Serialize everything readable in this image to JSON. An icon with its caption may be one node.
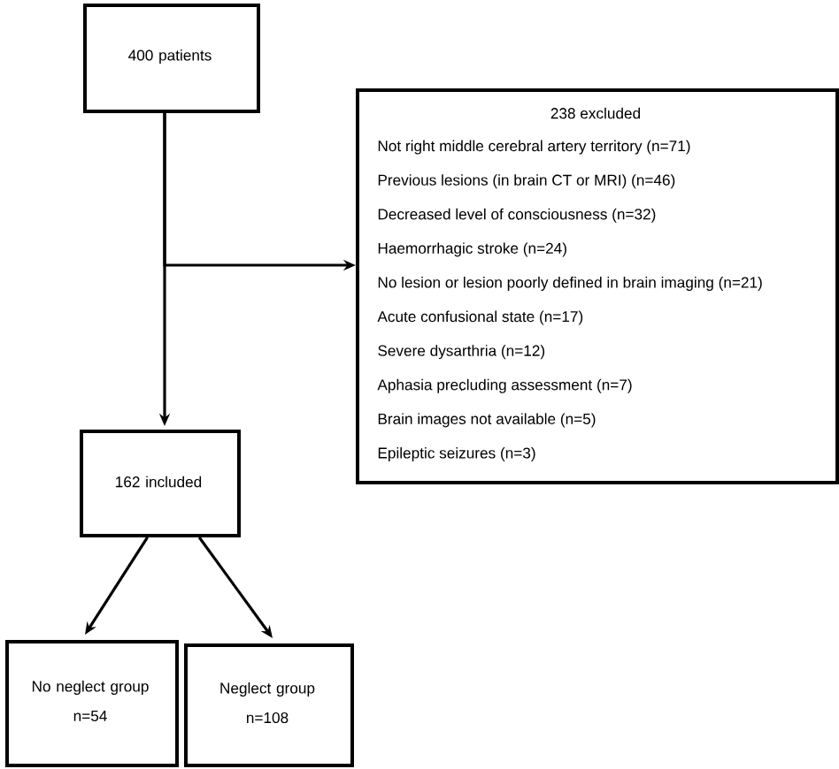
{
  "diagram": {
    "nodes": [
      {
        "text": [
          "400 patients"
        ]
      },
      {
        "text": [
          "238 excluded",
          "Not right middle cerebral artery territory (n=71)",
          "Previous lesions (in brain CT or MRI) (n=46)",
          "Decreased level of consciousness (n=32)",
          "Haemorrhagic stroke (n=24)",
          "No lesion or lesion poorly defined in brain imaging (n=21)",
          "Acute confusional state (n=17)",
          "Severe dysarthria (n=12)",
          "Aphasia precluding assessment (n=7)",
          "Brain images not available (n=5)",
          "Epileptic seizures (n=3)"
        ]
      },
      {
        "text": [
          "162 included"
        ]
      },
      {
        "text": [
          "No neglect group",
          "n=54"
        ]
      },
      {
        "text": [
          "Neglect group",
          "n=108"
        ]
      }
    ],
    "edges": [
      {
        "from": 0,
        "to": 2,
        "arrow": "to"
      },
      {
        "from": 0,
        "to": 1,
        "arrow": "to"
      },
      {
        "from": 2,
        "to": 3,
        "arrow": "to"
      },
      {
        "from": 2,
        "to": 4,
        "arrow": "to"
      }
    ]
  }
}
